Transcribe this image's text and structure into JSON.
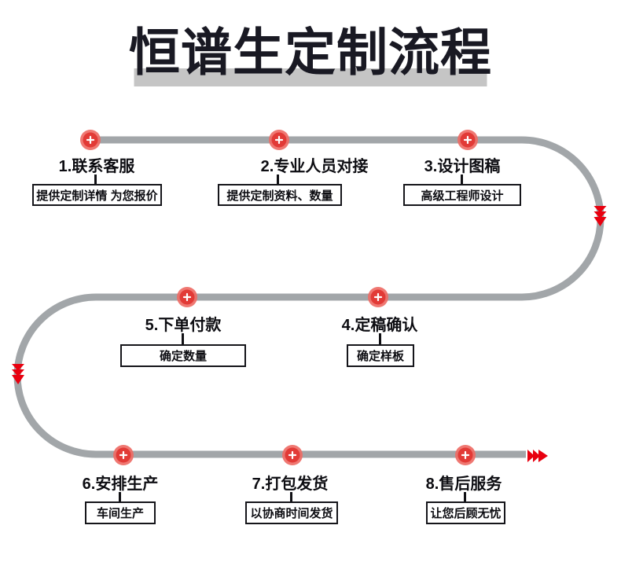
{
  "title": "恒谱生定制流程",
  "steps": [
    {
      "label": "1.联系客服",
      "note": "提供定制详情 为您报价"
    },
    {
      "label": "2.专业人员对接",
      "note": "提供定制资料、数量"
    },
    {
      "label": "3.设计图稿",
      "note": "高级工程师设计"
    },
    {
      "label": "4.定稿确认",
      "note": "确定样板"
    },
    {
      "label": "5.下单付款",
      "note": "确定数量"
    },
    {
      "label": "6.安排生产",
      "note": "车间生产"
    },
    {
      "label": "7.打包发货",
      "note": "以协商时间发货"
    },
    {
      "label": "8.售后服务",
      "note": "让您后顾无忧"
    }
  ],
  "icons": {
    "step_marker": "plus-icon",
    "curve_right": "arrow-down-icon",
    "curve_left": "arrow-down-icon",
    "flow_end": "arrow-right-icon"
  },
  "colors": {
    "accent_red": "#e23a36",
    "accent_red_light": "#ee6c66",
    "arrow_red": "#e8000f",
    "path_gray": "#a2a6a9",
    "title_bar_gray": "#c5c5c5",
    "title_black": "#191923",
    "text_black": "#111111"
  }
}
